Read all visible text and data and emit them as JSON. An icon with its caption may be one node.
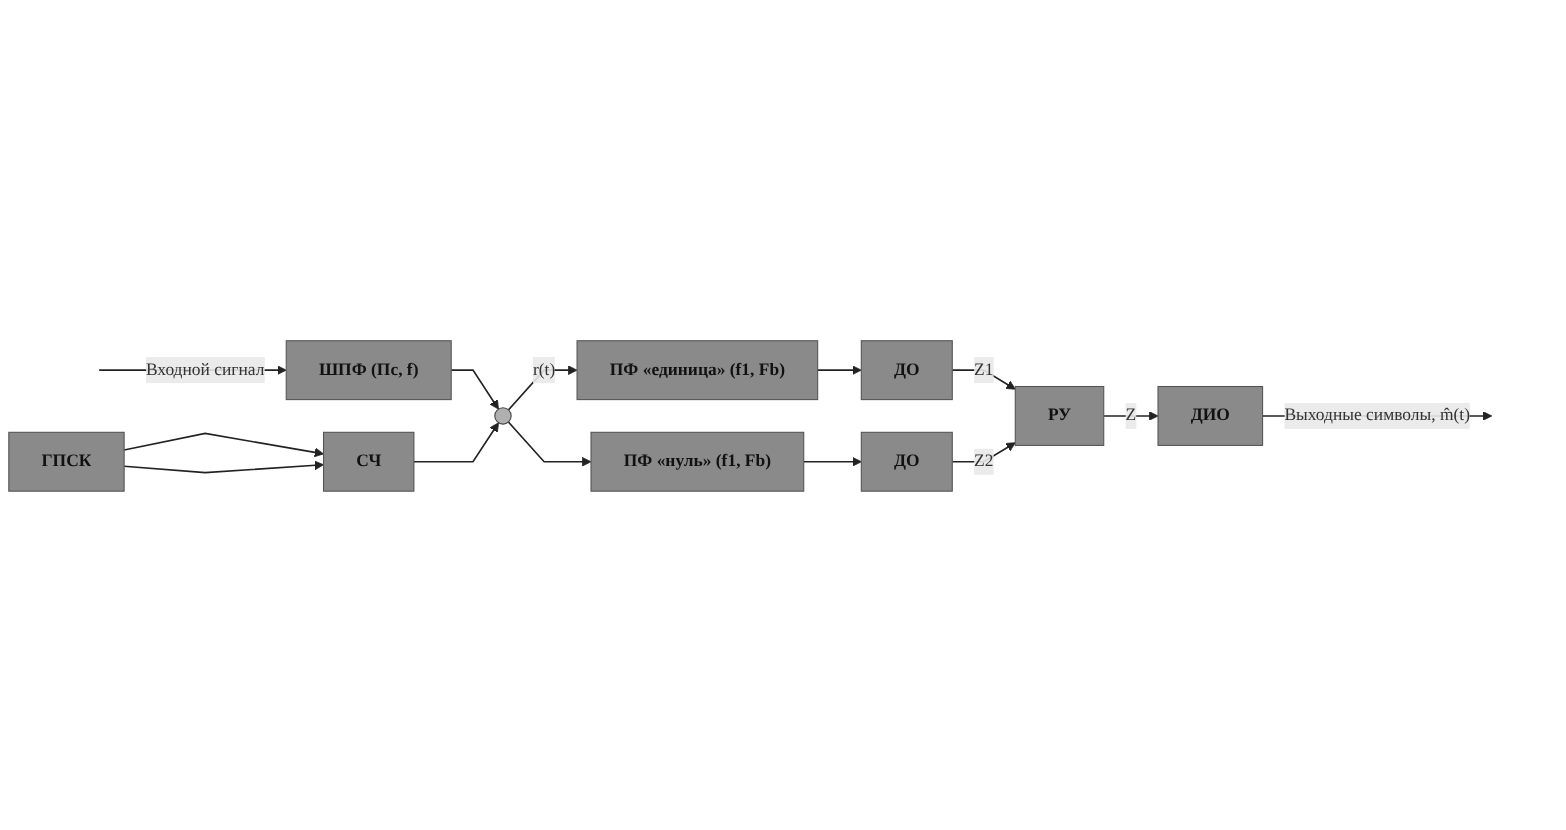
{
  "diagram": {
    "nodes": [
      {
        "text": [
          "ШПФ (Пс, f)"
        ]
      },
      {
        "text": [],
        "shape": "circle"
      },
      {
        "text": [
          "ПФ «единица» (f1, Fb)"
        ]
      },
      {
        "text": [
          "ДО"
        ]
      },
      {
        "text": [
          "ПФ «нуль» (f1, Fb)"
        ]
      },
      {
        "text": [
          "ДО"
        ]
      },
      {
        "text": [
          "РУ"
        ]
      },
      {
        "text": [
          "ГПСК"
        ]
      },
      {
        "text": [
          "СЧ"
        ]
      },
      {
        "text": [
          "ДИО"
        ]
      }
    ],
    "edges": [
      {
        "from": null,
        "to": 0,
        "arrow": "to",
        "label": "Входной сигнал"
      },
      {
        "from": 0,
        "to": 1,
        "arrow": "to"
      },
      {
        "from": 1,
        "to": 2,
        "arrow": "to",
        "label": "r(t)"
      },
      {
        "from": 1,
        "to": 4,
        "arrow": "to"
      },
      {
        "from": 2,
        "to": 3,
        "arrow": "to"
      },
      {
        "from": 4,
        "to": 5,
        "arrow": "to"
      },
      {
        "from": 3,
        "to": 6,
        "arrow": "to",
        "label": "Z1"
      },
      {
        "from": 5,
        "to": 6,
        "arrow": "to",
        "label": "Z2"
      },
      {
        "from": 7,
        "to": 8,
        "arrow": "to"
      },
      {
        "from": 7,
        "to": 8,
        "arrow": "to"
      },
      {
        "from": 8,
        "to": 1,
        "arrow": "to"
      },
      {
        "from": 6,
        "to": 9,
        "arrow": "to",
        "label": "Z"
      },
      {
        "from": 9,
        "to": null,
        "arrow": "to",
        "label": "Выходные символы, m̂(t)"
      }
    ]
  }
}
